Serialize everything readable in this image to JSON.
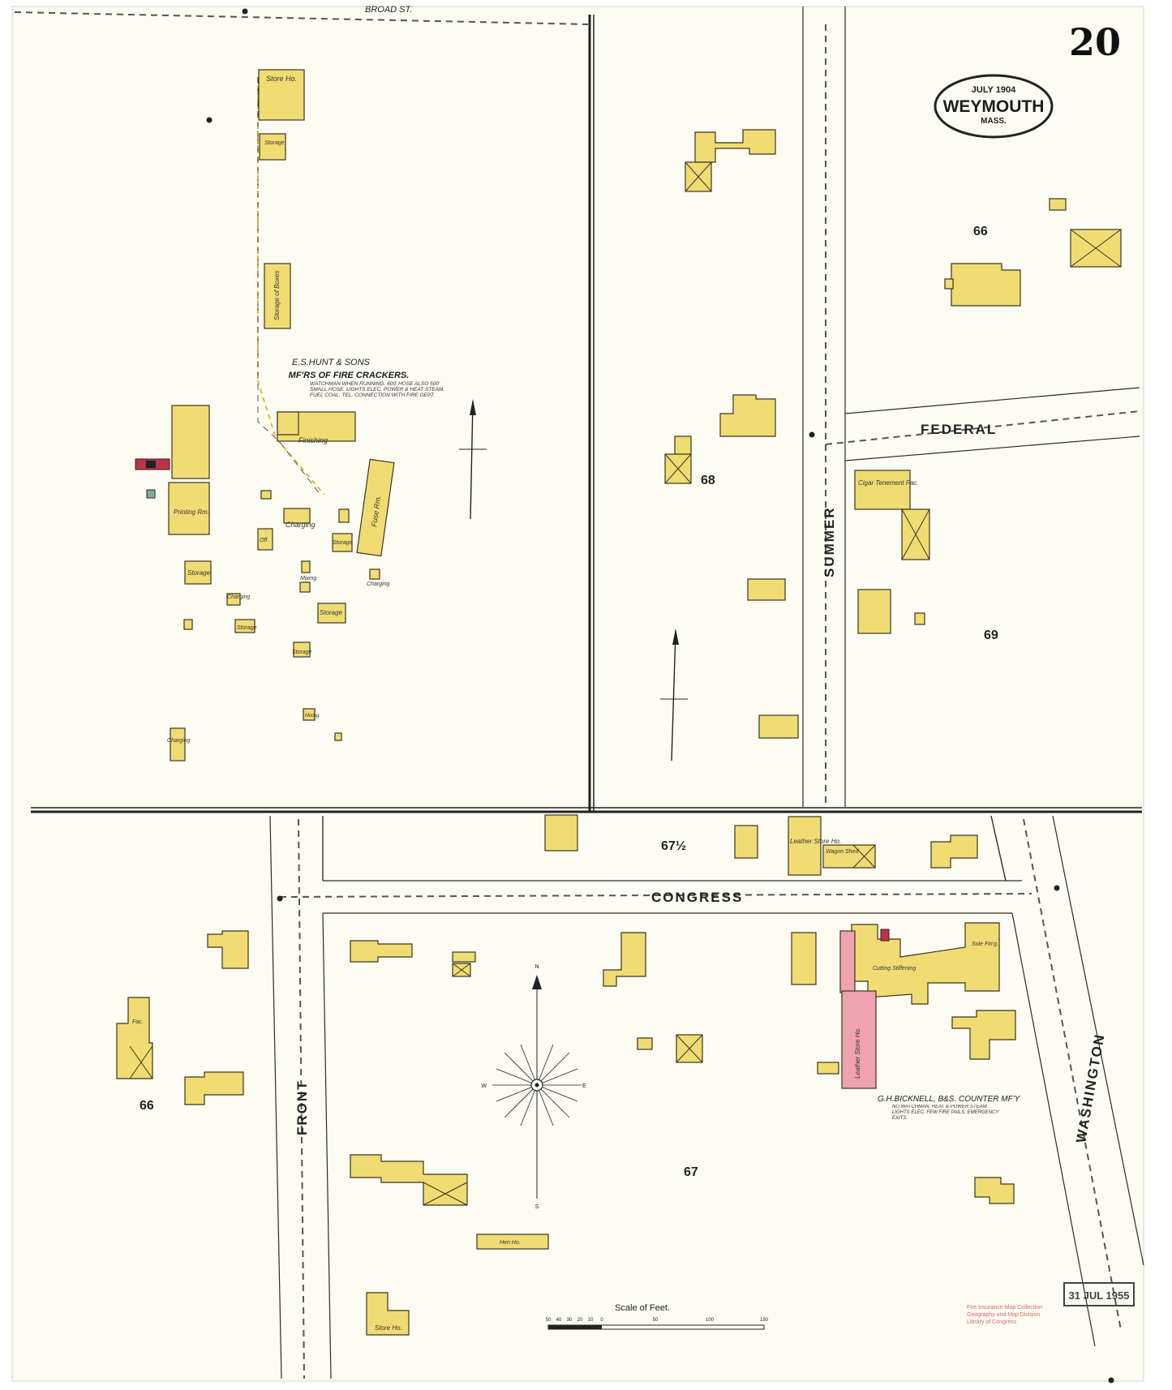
{
  "sheet": {
    "number": "20",
    "date": "JULY 1904",
    "town": "WEYMOUTH",
    "state": "MASS."
  },
  "streets": {
    "broad": "BROAD ST.",
    "summer": "SUMMER",
    "federal": "FEDERAL",
    "congress": "CONGRESS",
    "front": "FRONT",
    "washington": "WASHINGTON"
  },
  "blocks": {
    "b66_top": "66",
    "b68": "68",
    "b69": "69",
    "b67_half": "67½",
    "b67": "67",
    "b66_bottom": "66"
  },
  "firms": {
    "hunt_title": "E.S.HUNT & SONS",
    "hunt_sub": "MF'RS OF FIRE CRACKERS.",
    "hunt_note": "WATCHMAN WHEN RUNNING. 600' HOSE ALSO 500' SMALL HOSE. LIGHTS ELEC. POWER & HEAT STEAM. FUEL COAL. TEL. CONNECTION WITH FIRE DEPT.",
    "bicknell_title": "G.H.BICKNELL, B&S. COUNTER MF'Y",
    "bicknell_note": "NO WATCHMAN. HEAT & POWER STEAM. LIGHTS ELEC. FEW FIRE PAILS. EMERGENCY EXITS."
  },
  "labels": {
    "store_ho": "Store Ho.",
    "storage": "Storage",
    "storage_of_boxes": "Storage of Boxes",
    "finishing": "Finishing",
    "fuse_rm": "Fuse Rm.",
    "charging": "Charging",
    "mixing": "Mixing",
    "off": "Off.",
    "printing": "Printing Rm.",
    "leather_store": "Leather Store Ho.",
    "wagon_shed": "Wagon Shed",
    "cutting": "Cutting Stiffening",
    "sole_finishing": "Sole Fin'g.",
    "cigar_tenement": "Cigar Tenement Fac.",
    "hen_ho": "Hen Ho.",
    "fac": "Fac."
  },
  "scale": {
    "title": "Scale of Feet.",
    "ticks": [
      "50",
      "40",
      "30",
      "20",
      "10",
      "0",
      "50",
      "100",
      "150"
    ]
  },
  "stamp": "31 JUL 1955",
  "lc_credit": [
    "Fire Insurance Map Collection",
    "Geography and Map Division",
    "Library of Congress"
  ],
  "compass": {
    "n": "N",
    "s": "S",
    "e": "E",
    "w": "W"
  },
  "colors": {
    "brick_or_frame": "#f1dc73",
    "fireproof_pink": "#eea3ae",
    "paper": "#ffffff"
  }
}
